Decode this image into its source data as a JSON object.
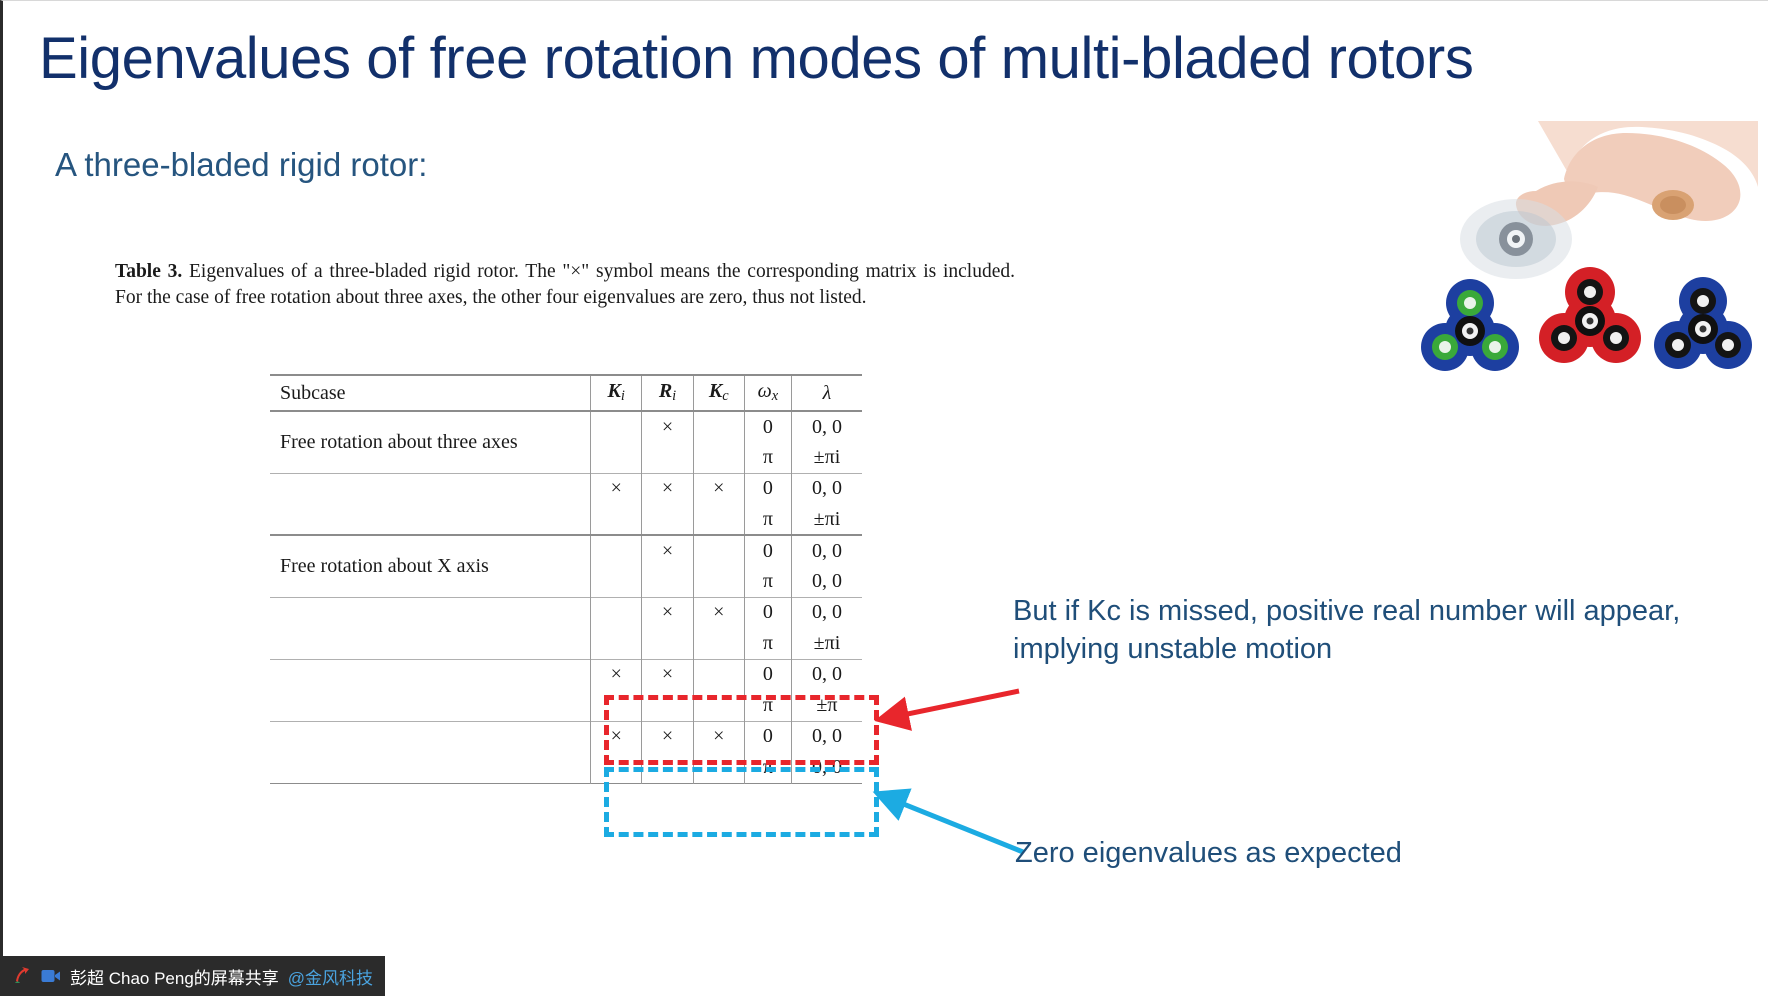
{
  "slide": {
    "title": "Eigenvalues of free rotation modes of multi-bladed rotors",
    "subtitle": "A three-bladed rigid rotor:",
    "title_color": "#12306b",
    "subtitle_color": "#26557f"
  },
  "table": {
    "caption_label": "Table 3.",
    "caption_text": " Eigenvalues of a three-bladed rigid rotor. The \"×\" symbol means the corresponding matrix is included. For the case of free rotation about three axes, the other four eigenvalues are zero, thus not listed.",
    "headers": {
      "subcase": "Subcase",
      "ki": "K",
      "ki_sub": "i",
      "ri": "R",
      "ri_sub": "i",
      "kc": "K",
      "kc_sub": "c",
      "omega": "ω",
      "omega_sub": "x",
      "lambda": "λ"
    },
    "groups": [
      {
        "subcase": "Free rotation about three axes",
        "rows": [
          {
            "ki": "",
            "ri": "×",
            "kc": "",
            "omega": "0",
            "lambda": "0, 0"
          },
          {
            "ki": "",
            "ri": "",
            "kc": "",
            "omega": "π",
            "lambda": "±πi"
          }
        ]
      },
      {
        "subcase": "",
        "rows": [
          {
            "ki": "×",
            "ri": "×",
            "kc": "×",
            "omega": "0",
            "lambda": "0, 0"
          },
          {
            "ki": "",
            "ri": "",
            "kc": "",
            "omega": "π",
            "lambda": "±πi"
          }
        ]
      },
      {
        "subcase": "Free rotation about X axis",
        "rows": [
          {
            "ki": "",
            "ri": "×",
            "kc": "",
            "omega": "0",
            "lambda": "0, 0"
          },
          {
            "ki": "",
            "ri": "",
            "kc": "",
            "omega": "π",
            "lambda": "0, 0"
          }
        ]
      },
      {
        "subcase": "",
        "rows": [
          {
            "ki": "",
            "ri": "×",
            "kc": "×",
            "omega": "0",
            "lambda": "0, 0"
          },
          {
            "ki": "",
            "ri": "",
            "kc": "",
            "omega": "π",
            "lambda": "±πi"
          }
        ]
      },
      {
        "subcase": "",
        "highlight": "red",
        "rows": [
          {
            "ki": "×",
            "ri": "×",
            "kc": "",
            "omega": "0",
            "lambda": "0, 0"
          },
          {
            "ki": "",
            "ri": "",
            "kc": "",
            "omega": "π",
            "lambda": "±π"
          }
        ]
      },
      {
        "subcase": "",
        "highlight": "blue",
        "rows": [
          {
            "ki": "×",
            "ri": "×",
            "kc": "×",
            "omega": "0",
            "lambda": "0, 0"
          },
          {
            "ki": "",
            "ri": "",
            "kc": "",
            "omega": "π",
            "lambda": "0, 0"
          }
        ]
      }
    ],
    "xmark": "×"
  },
  "annotations": {
    "red": {
      "text": "But if Kc is missed, positive real number will appear, implying unstable motion",
      "color": "#e8262c",
      "text_color": "#1f4e79"
    },
    "blue": {
      "text": "Zero eigenvalues as expected",
      "color": "#1cabe2",
      "text_color": "#1f4e79"
    }
  },
  "taskbar": {
    "share_text": "彭超 Chao Peng的屏幕共享",
    "share_handle": "@金风科技",
    "icons": [
      "screen-share-icon",
      "camera-icon"
    ]
  }
}
